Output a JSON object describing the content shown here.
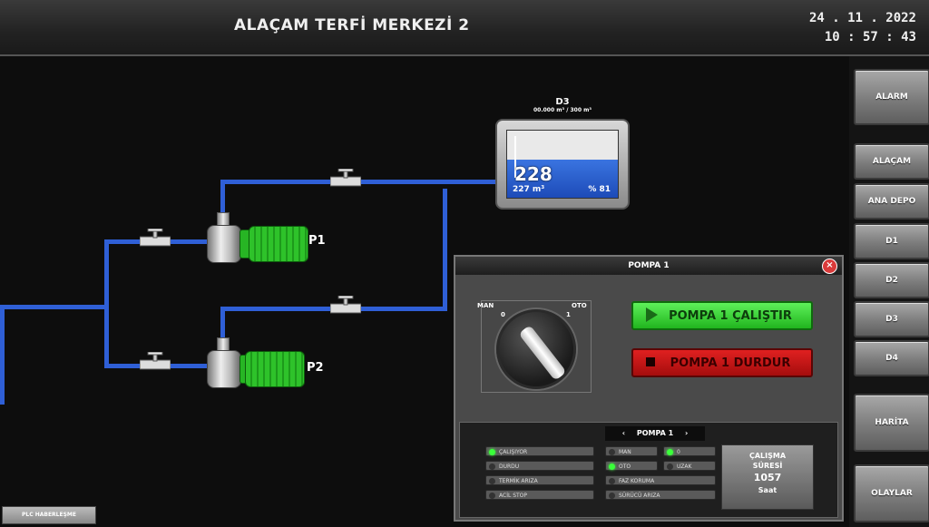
{
  "header": {
    "title": "ALAÇAM TERFİ MERKEZİ 2",
    "date": "24 . 11 . 2022",
    "time": "10 : 57 : 43"
  },
  "nav": {
    "items": [
      "ALARM",
      "ALAÇAM",
      "ANA DEPO",
      "D1",
      "D2",
      "D3",
      "D4",
      "HARİTA",
      "OLAYLAR"
    ]
  },
  "pumps": {
    "p1_label": "P1",
    "p2_label": "P2"
  },
  "tank": {
    "name": "D3",
    "capacity": "00.000 m³ / 300 m³",
    "level": "228",
    "volume": "227 m³",
    "percent": "% 81"
  },
  "dialog": {
    "title": "POMPA 1",
    "switch_left": "MAN",
    "switch_right": "OTO",
    "switch_mid_left": "0",
    "switch_mid_right": "1",
    "start_label": "POMPA 1 ÇALIŞTIR",
    "stop_label": "POMPA 1 DURDUR",
    "status_header": "POMPA 1",
    "indicators_left": [
      {
        "label": "ÇALIŞIYOR",
        "on": true
      },
      {
        "label": "DURDU",
        "on": false
      },
      {
        "label": "TERMİK ARIZA",
        "on": false
      },
      {
        "label": "ACİL STOP",
        "on": false
      }
    ],
    "indicators_right_a": [
      {
        "label": "MAN",
        "on": false
      },
      {
        "label": "OTO",
        "on": true
      }
    ],
    "indicators_right_b": [
      {
        "label": "0",
        "on": true
      },
      {
        "label": "UZAK",
        "on": false
      }
    ],
    "indicators_right_c": [
      {
        "label": "FAZ KORUMA",
        "on": false
      },
      {
        "label": "SÜRÜCÜ ARIZA",
        "on": false
      }
    ],
    "runtime_title1": "ÇALIŞMA",
    "runtime_title2": "SÜRESİ",
    "runtime_value": "1057",
    "runtime_unit": "Saat"
  },
  "footer": {
    "label": "PLC HABERLEŞME"
  }
}
